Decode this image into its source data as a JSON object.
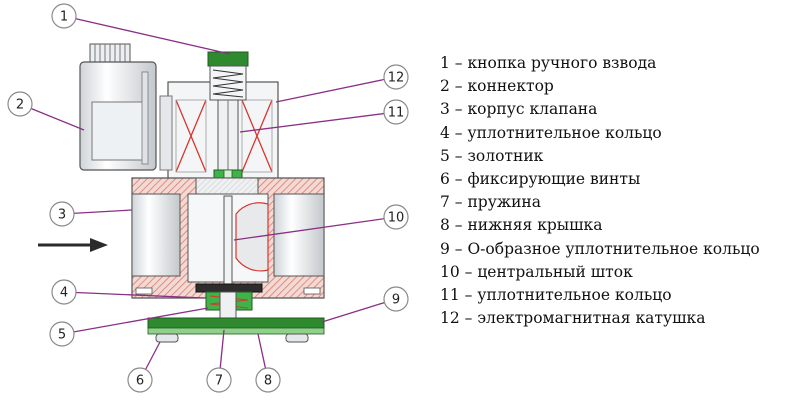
{
  "colors": {
    "callout": "#8b2f86",
    "body_fill": "#e8ecef",
    "body_hatch": "#d97a6e",
    "gasket_green": "#2f8a2f",
    "seal_green": "#3fb34a",
    "coil_cross": "#d8362f",
    "outline": "#555555"
  },
  "callouts": [
    {
      "num": "1",
      "icon": "circle"
    },
    {
      "num": "2",
      "icon": "circle"
    },
    {
      "num": "3",
      "icon": "circle"
    },
    {
      "num": "4",
      "icon": "circle"
    },
    {
      "num": "5",
      "icon": "circle"
    },
    {
      "num": "6",
      "icon": "circle"
    },
    {
      "num": "7",
      "icon": "circle"
    },
    {
      "num": "8",
      "icon": "circle"
    },
    {
      "num": "9",
      "icon": "circle"
    },
    {
      "num": "10",
      "icon": "circle"
    },
    {
      "num": "11",
      "icon": "circle"
    },
    {
      "num": "12",
      "icon": "circle"
    }
  ],
  "legend": [
    "1 – кнопка ручного взвода",
    "2 – коннектор",
    "3 – корпус клапана",
    "4 – уплотнительное кольцо",
    "5 – золотник",
    "6 – фиксирующие винты",
    "7 – пружина",
    "8 – нижняя крышка",
    "9 – О-образное уплотнительное кольцо",
    "10 – центральный шток",
    "11 – уплотнительное кольцо",
    "12 – электромагнитная катушка"
  ],
  "flow_arrow_icon": "arrow-right-icon"
}
